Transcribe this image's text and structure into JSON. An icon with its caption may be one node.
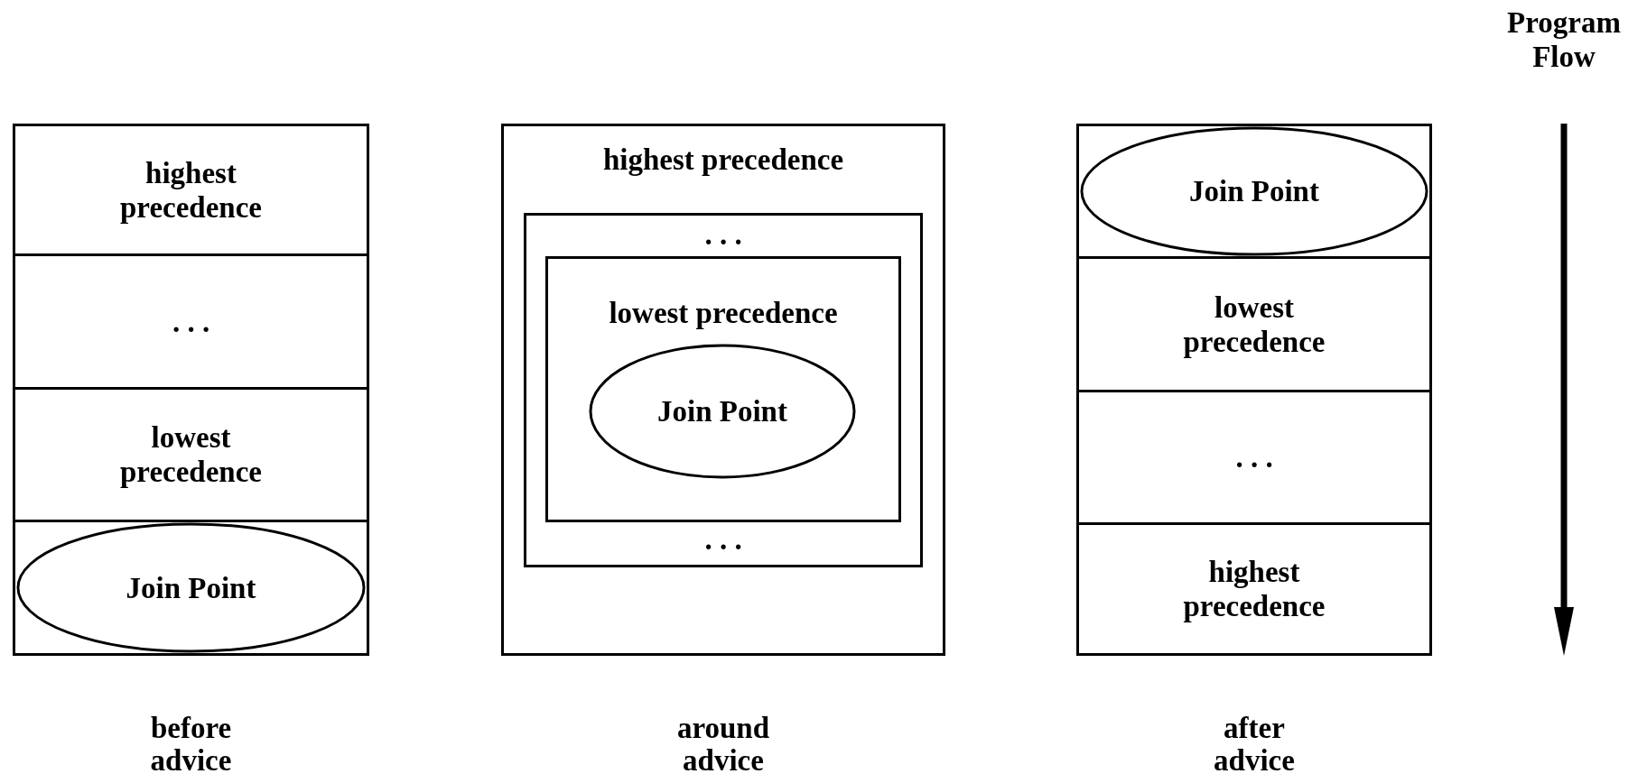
{
  "diagram": {
    "nodes": [
      {
        "text": [],
        "shape": "box",
        "beside": [
          "before advice"
        ]
      },
      {
        "text": [
          "highest precedence"
        ],
        "in": 0
      },
      {
        "text": [
          ". . ."
        ],
        "in": 0
      },
      {
        "text": [
          "lowest precedence"
        ],
        "in": 0
      },
      {
        "text": [
          "Join Point"
        ],
        "in": 0
      },
      {
        "text": [
          "highest precedence"
        ],
        "beside": [
          "around advice"
        ]
      },
      {
        "text": [
          ". . .",
          ". . ."
        ],
        "in": 5
      },
      {
        "text": [
          "lowest precedence"
        ],
        "in": 6
      },
      {
        "text": [
          "Join Point"
        ],
        "in": 7
      },
      {
        "text": [],
        "shape": "box",
        "beside": [
          "after advice"
        ]
      },
      {
        "text": [
          "Join Point"
        ],
        "in": 9
      },
      {
        "text": [
          "lowest precedence"
        ],
        "in": 9
      },
      {
        "text": [
          ". . ."
        ],
        "in": 9
      },
      {
        "text": [
          "highest precedence"
        ],
        "in": 9
      }
    ],
    "edges": [],
    "labels": [
      "Program Flow"
    ]
  }
}
